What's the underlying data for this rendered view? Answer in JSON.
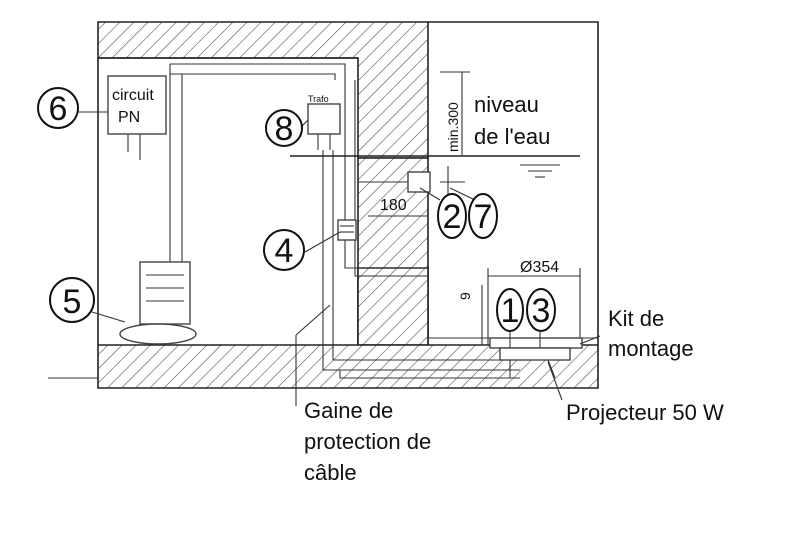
{
  "callouts": {
    "c1": "1",
    "c2": "2",
    "c3": "3",
    "c4": "4",
    "c5": "5",
    "c6": "6",
    "c7": "7",
    "c8": "8"
  },
  "labels": {
    "circuit": "circuit",
    "pn": "PN",
    "trafo": "Trafo",
    "niveau": "niveau",
    "de_leau": "de l'eau",
    "min300": "min.300",
    "dim180": "180",
    "phi354": "Ø354",
    "dim9": "9",
    "kit_line1": "Kit de",
    "kit_line2": "montage",
    "projecteur": "Projecteur 50 W",
    "gaine_line1": "Gaine de",
    "gaine_line2": "protection de",
    "gaine_line3": "câble"
  },
  "colors": {
    "line": "#222222",
    "background": "#ffffff"
  }
}
